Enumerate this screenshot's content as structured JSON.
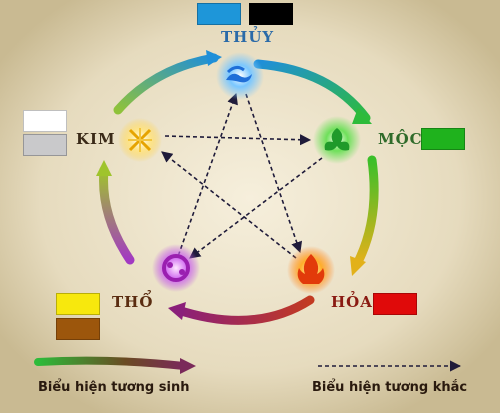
{
  "elements": {
    "thuy": {
      "label": "THỦY",
      "label_color": "#2a6aa8",
      "swatches": [
        "#1e96d9",
        "#000000"
      ]
    },
    "moc": {
      "label": "MỘC",
      "label_color": "#2f6b2a",
      "swatches": [
        "#1fb21d"
      ]
    },
    "hoa": {
      "label": "HỎA",
      "label_color": "#8a1a12",
      "swatches": [
        "#e00a0a"
      ]
    },
    "tho": {
      "label": "THỔ",
      "label_color": "#5a2c10",
      "swatches": [
        "#f7e80d",
        "#9c560c"
      ]
    },
    "kim": {
      "label": "KIM",
      "label_color": "#3a2a18",
      "swatches": [
        "#ffffff",
        "#c9c9cb"
      ]
    }
  },
  "legend": {
    "generation": "Biểu hiện tương sinh",
    "restraint": "Biểu hiện tương khắc"
  },
  "colors": {
    "background": "#efe6cf",
    "dashed": "#1f1b3a",
    "cycle_gradient": [
      "#1fa0d8",
      "#2dc23a",
      "#e0a020",
      "#9a1f73",
      "#b54ad6",
      "#9cc430"
    ]
  }
}
